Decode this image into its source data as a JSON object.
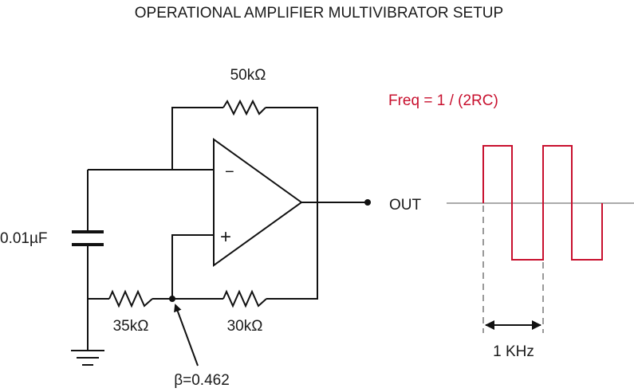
{
  "title": "OPERATIONAL AMPLIFIER MULTIVIBRATOR SETUP",
  "components": {
    "feedback_resistor": "50kΩ",
    "capacitor": "0.01µF",
    "divider_resistor_ground": "35kΩ",
    "divider_resistor_output": "30kΩ",
    "inverting_input_symbol": "−",
    "noninverting_input_symbol": "+",
    "output_label": "OUT",
    "beta_annotation": "β=0.462"
  },
  "formula": "Freq = 1 / (2RC)",
  "waveform": {
    "period_label": "1 KHz",
    "cycles_shown": 2,
    "duty_cycle": 0.5
  },
  "colors": {
    "waveform": "#c8102e",
    "formula": "#c8102e",
    "wires": "#111111",
    "axis": "#aaaaaa"
  }
}
